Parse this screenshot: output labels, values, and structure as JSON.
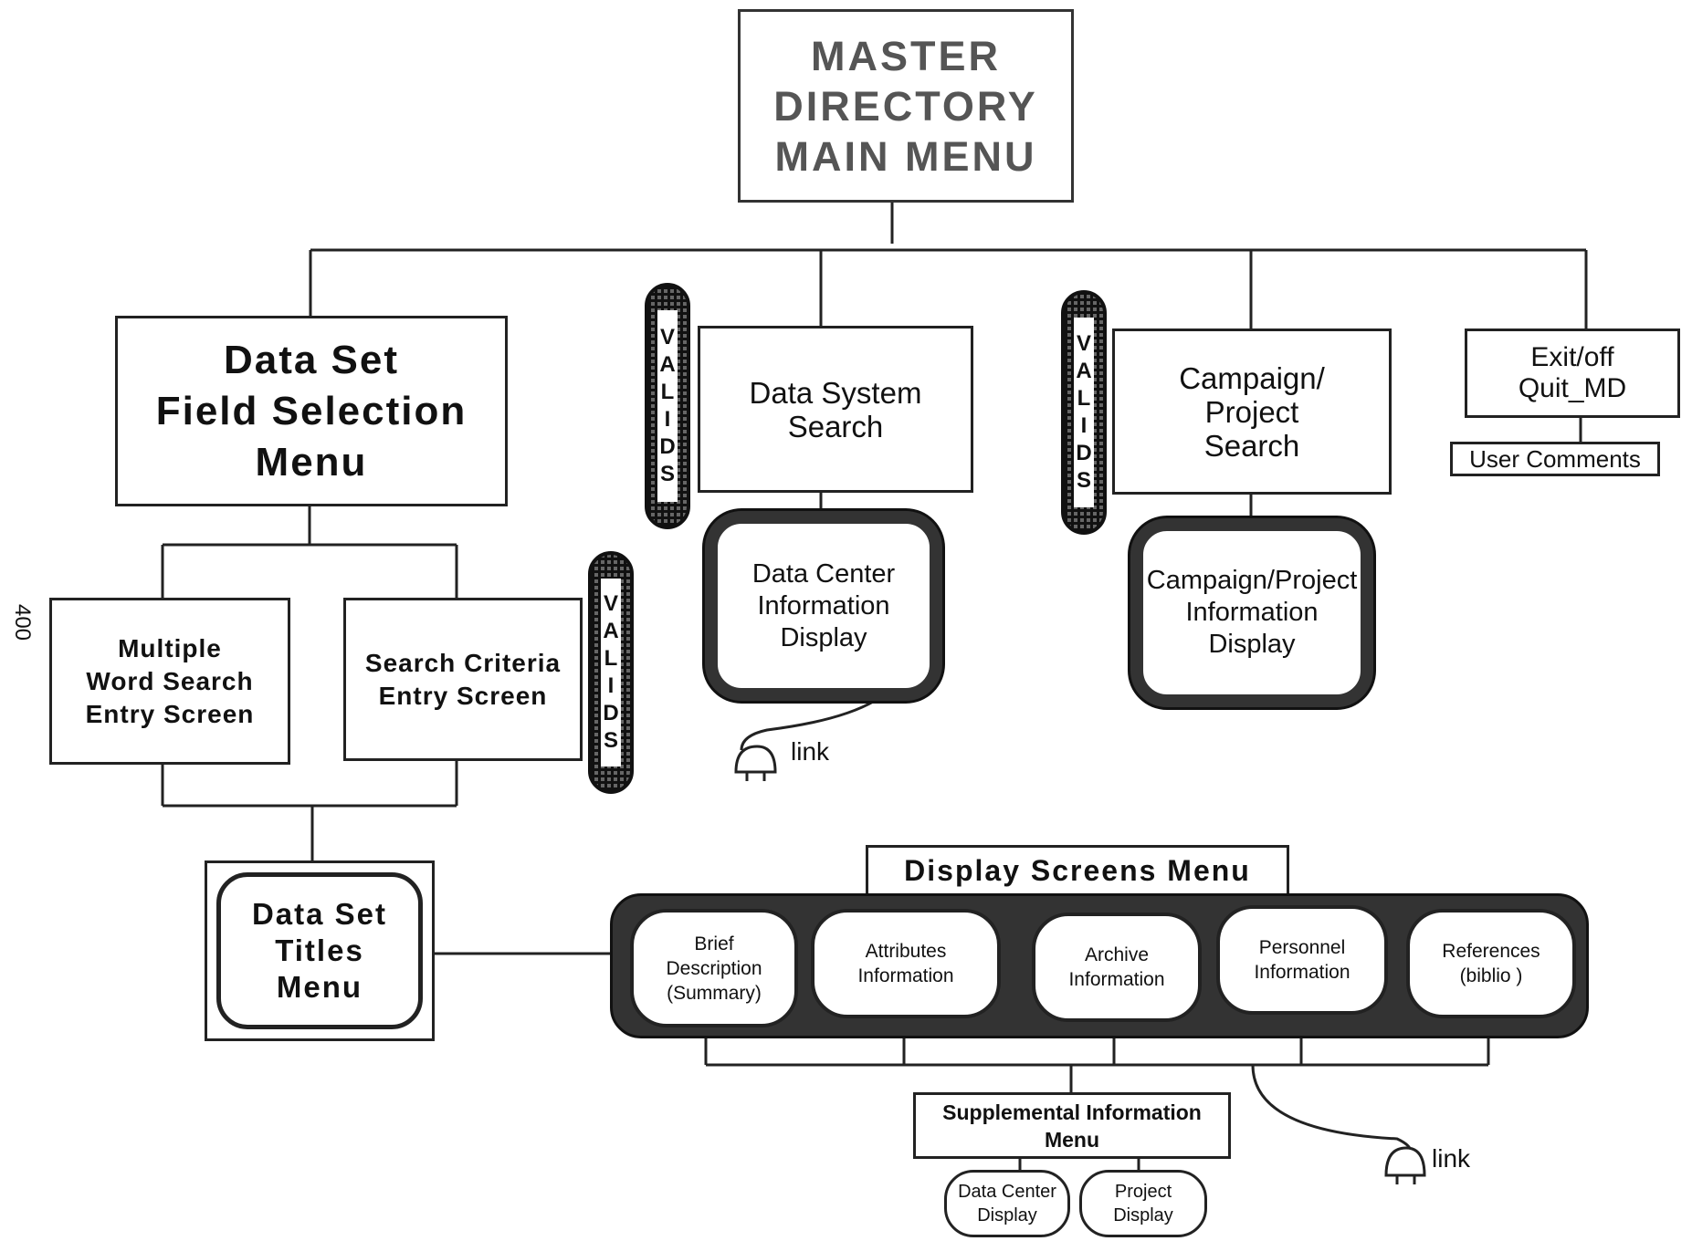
{
  "page_number": "400",
  "main_menu": [
    "MASTER",
    "DIRECTORY",
    "MAIN MENU"
  ],
  "field_selection": [
    "Data Set",
    "Field Selection",
    "Menu"
  ],
  "data_system_search": [
    "Data System",
    "Search"
  ],
  "campaign_search": [
    "Campaign/",
    "Project",
    "Search"
  ],
  "exit": [
    "Exit/off",
    "Quit_MD"
  ],
  "user_comments": "User Comments",
  "valids": [
    "V",
    "A",
    "L",
    "I",
    "D",
    "S"
  ],
  "multiple_word": [
    "Multiple",
    "Word Search",
    "Entry Screen"
  ],
  "search_criteria": [
    "Search Criteria",
    "Entry Screen"
  ],
  "data_center_info": [
    "Data Center",
    "Information",
    "Display"
  ],
  "campaign_info": [
    "Campaign/Project",
    "Information",
    "Display"
  ],
  "link_label": "link",
  "titles_menu": [
    "Data Set",
    "Titles",
    "Menu"
  ],
  "display_screens_menu": "Display Screens Menu",
  "display_tabs": [
    [
      "Brief",
      "Description",
      "(Summary)"
    ],
    [
      "Attributes",
      "Information"
    ],
    [
      "Archive",
      "Information"
    ],
    [
      "Personnel",
      "Information"
    ],
    [
      "References",
      "(biblio )"
    ]
  ],
  "supplemental": [
    "Supplemental Information",
    "Menu"
  ],
  "supp_items": [
    [
      "Data Center",
      "Display"
    ],
    [
      "Project",
      "Display"
    ]
  ]
}
